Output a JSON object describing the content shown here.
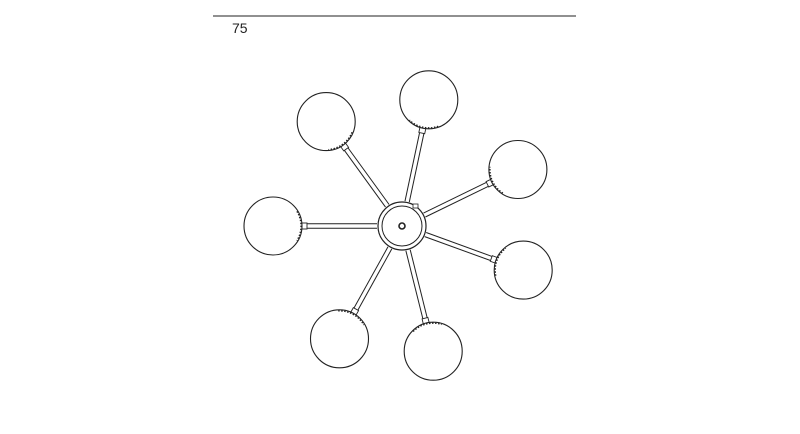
{
  "dimension": {
    "label": "75"
  },
  "fixture": {
    "arm_count": 7,
    "arm_angles_deg": [
      282,
      334,
      20,
      76,
      119,
      180,
      234
    ],
    "colors": {
      "line": "#222222",
      "background": "#ffffff"
    }
  }
}
